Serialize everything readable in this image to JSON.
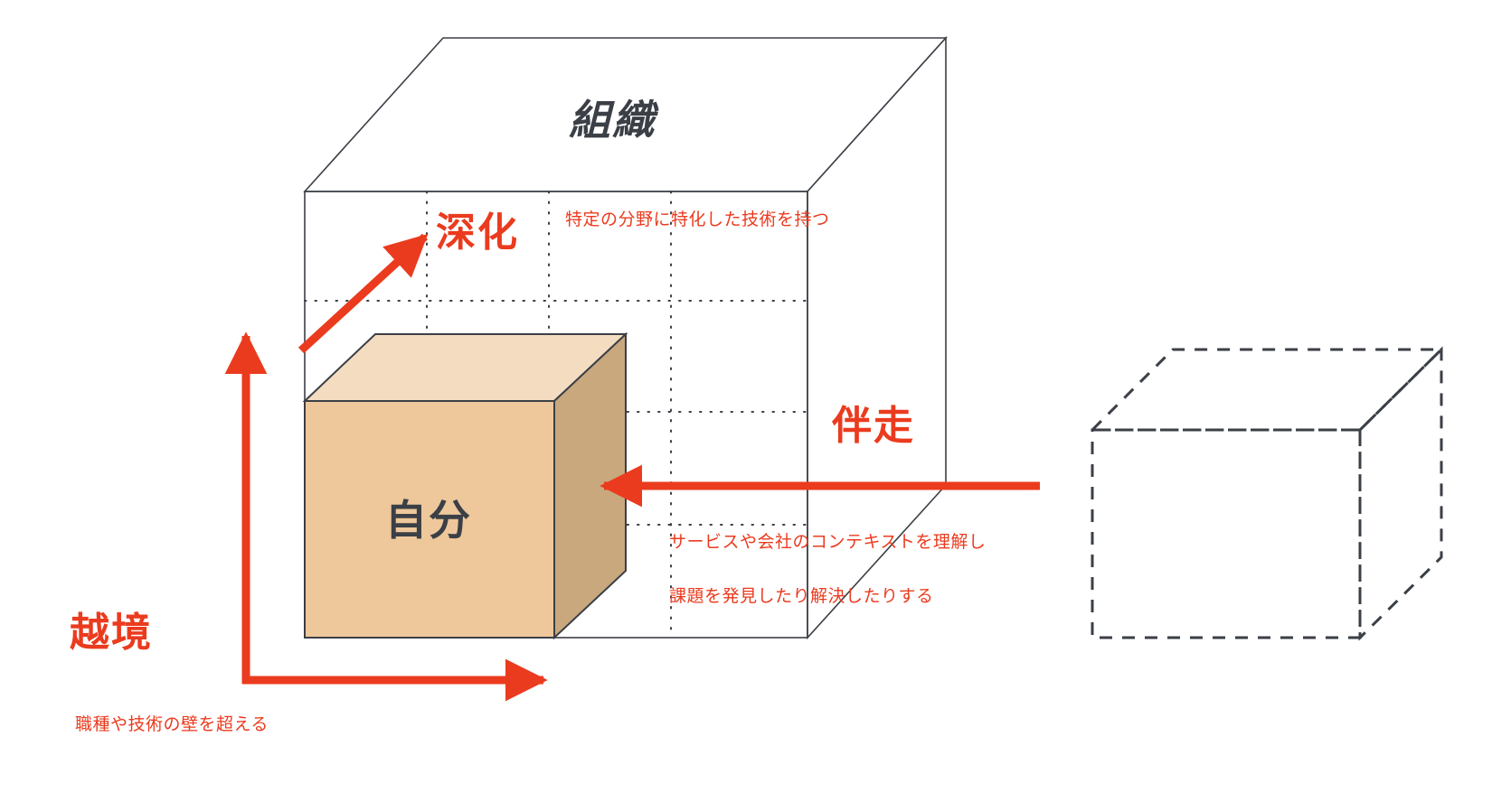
{
  "diagram": {
    "title_text": "組織",
    "inner_cube_text": "自分",
    "axes": [
      {
        "id": "shinka",
        "label": "深化",
        "note": "特定の分野に特化した技術を持つ",
        "direction": "diagonal-up-right",
        "color": "#eb3b1e"
      },
      {
        "id": "bansou",
        "label": "伴走",
        "note_line1": "サービスや会社のコンテキストを理解し",
        "note_line2": "課題を発見したり解決したりする",
        "direction": "right-to-left",
        "color": "#eb3b1e"
      },
      {
        "id": "ekkyou",
        "label": "越境",
        "note": "職種や技術の壁を超える",
        "direction": "up-and-right",
        "color": "#eb3b1e"
      }
    ],
    "shapes": {
      "outer_cube": {
        "name": "organization-cube",
        "style": "solid",
        "stroke": "#3b3f46",
        "fill": "none"
      },
      "inner_cube": {
        "name": "self-cube",
        "style": "solid",
        "stroke": "#3b3f46",
        "front_fill": "#eec79b",
        "top_fill": "#f4dcc0",
        "side_fill": "#c9a87e"
      },
      "ghost_cube": {
        "name": "external-cube",
        "style": "dashed",
        "stroke": "#3b3f46",
        "fill": "none"
      }
    },
    "colors": {
      "accent": "#eb3b1e",
      "outline": "#3b3f46",
      "background": "#ffffff",
      "grid": "#3b3f46"
    }
  }
}
